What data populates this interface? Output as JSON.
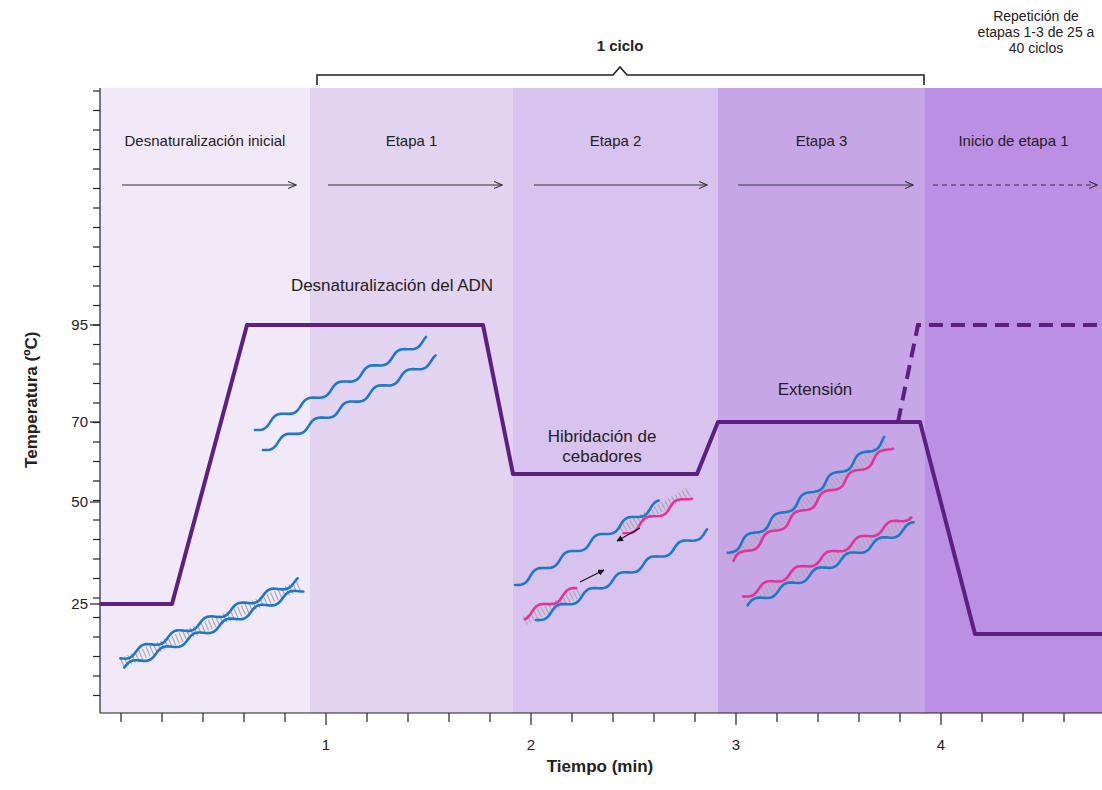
{
  "diagram": {
    "nodes": [
      {
        "text": [
          "Desnaturalización inicial"
        ]
      },
      {
        "text": [
          "Etapa 1"
        ]
      },
      {
        "text": [
          "Etapa 2"
        ]
      },
      {
        "text": [
          "Etapa 3"
        ]
      },
      {
        "text": [
          "Inicio de etapa 1"
        ]
      }
    ],
    "labels": [
      "1 ciclo",
      "Repetición de etapas 1-3 de 25 a 40 ciclos",
      "Desnaturalización del ADN",
      "Hibridación de cebadores",
      "Extensión",
      "95",
      "70",
      "50",
      "25",
      "Temperatura (ºC)",
      "1",
      "2",
      "3",
      "4",
      "Tiempo (min)"
    ]
  }
}
